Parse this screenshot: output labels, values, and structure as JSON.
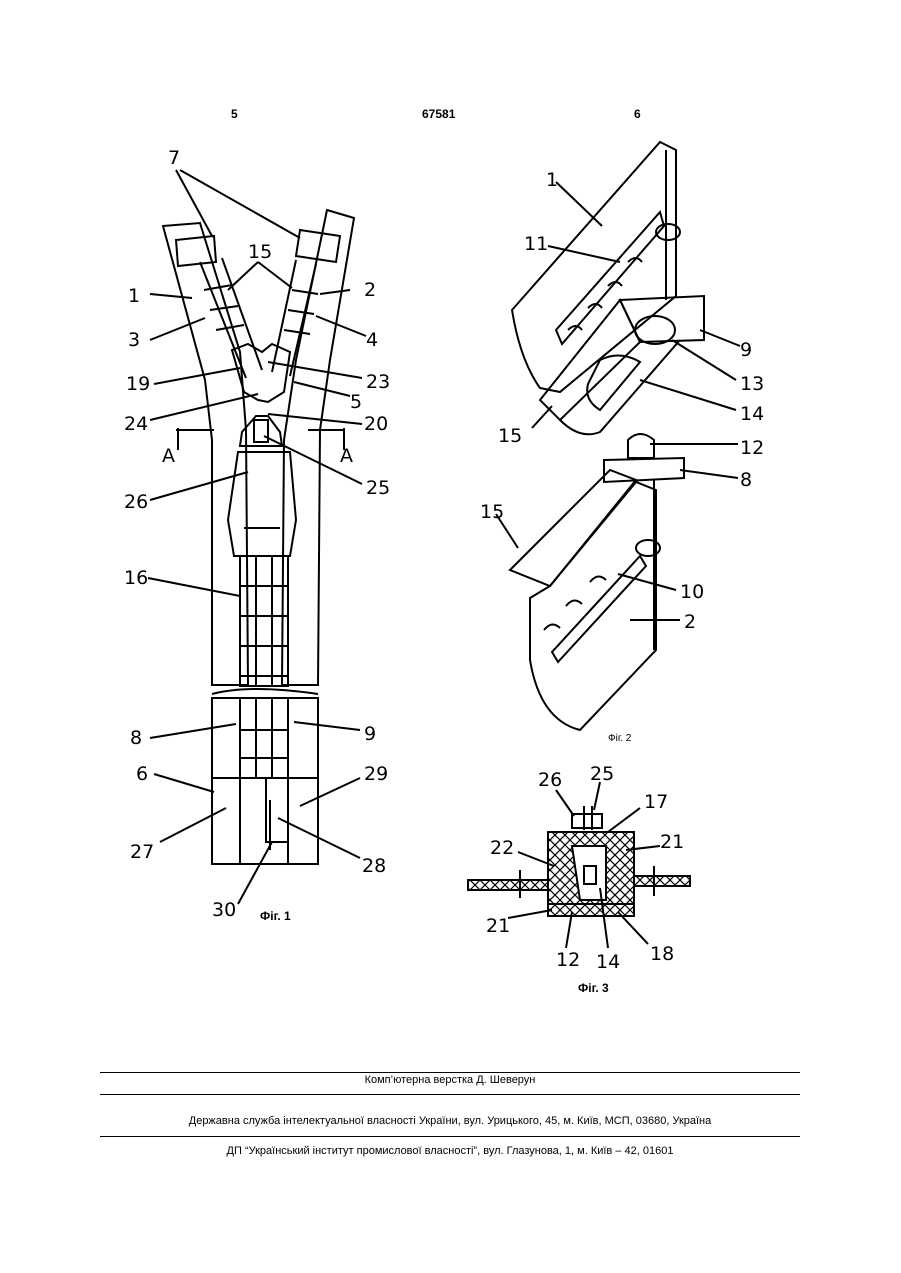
{
  "header": {
    "page_left": "5",
    "patent_number": "67581",
    "page_right": "6"
  },
  "figure1": {
    "caption": "Фіг. 1",
    "labels": [
      "7",
      "15",
      "1",
      "2",
      "3",
      "4",
      "19",
      "23",
      "5",
      "24",
      "20",
      "A",
      "A",
      "25",
      "26",
      "16",
      "8",
      "9",
      "6",
      "29",
      "27",
      "28",
      "30"
    ]
  },
  "figure2": {
    "caption": "Фіг. 2",
    "labels": [
      "1",
      "11",
      "9",
      "13",
      "14",
      "15",
      "12",
      "8",
      "15",
      "10",
      "2"
    ]
  },
  "figure3": {
    "caption": "Фіг. 3",
    "labels": [
      "26",
      "25",
      "17",
      "22",
      "21",
      "21",
      "12",
      "14",
      "18"
    ]
  },
  "footer": {
    "typesetting": "Комп’ютерна верстка Д. Шеверун",
    "service": "Державна служба інтелектуальної власності України, вул. Урицького, 45, м. Київ, МСП, 03680, Україна",
    "institute": "ДП “Український інститут промислової власності”, вул. Глазунова, 1, м. Київ – 42, 01601"
  }
}
